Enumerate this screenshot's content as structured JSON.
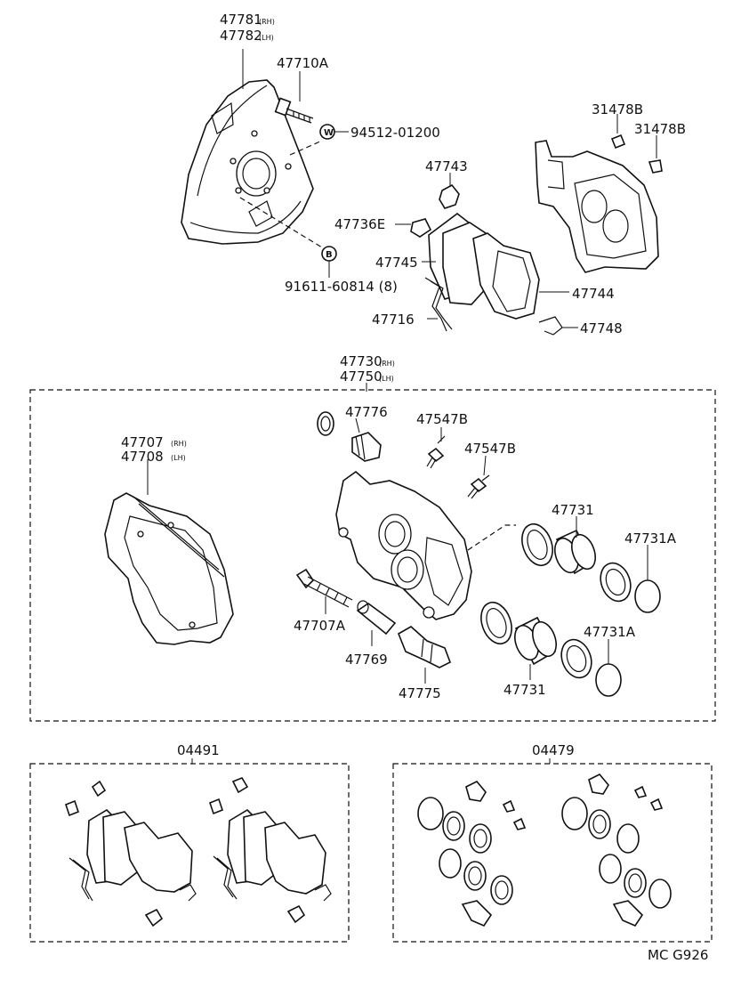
{
  "diagram_id": "MC G926",
  "top": {
    "shield_number_rh": "47781",
    "shield_number_lh": "47782",
    "shield_suffix_rh": "(RH)",
    "shield_suffix_lh": "(LH)",
    "bolt": "47710A",
    "washer_marker": "W",
    "washer_part": "94512-01200",
    "bolt_marker": "B",
    "bolt_part": "91611-60814 (8)",
    "cap_a": "31478B",
    "cap_b": "31478B",
    "clip_top": "47743",
    "clip_left": "47736E",
    "pad_inner": "47745",
    "pad_outer": "47744",
    "spring": "47716",
    "clip_right": "47748"
  },
  "caliper": {
    "assy_rh": "47730",
    "assy_lh": "47750",
    "suffix_rh": "(RH)",
    "suffix_lh": "(LH)",
    "support_rh": "47707",
    "support_lh": "47708",
    "boot_top": "47776",
    "bleeder_a": "47547B",
    "bleeder_b": "47547B",
    "piston_a": "47731",
    "piston_b": "47731",
    "seal_a": "47731A",
    "seal_b": "47731A",
    "slide_bolt": "47707A",
    "bushing": "47769",
    "boot_bottom": "47775"
  },
  "kits": {
    "pad_kit": "04491",
    "seal_kit": "04479"
  }
}
